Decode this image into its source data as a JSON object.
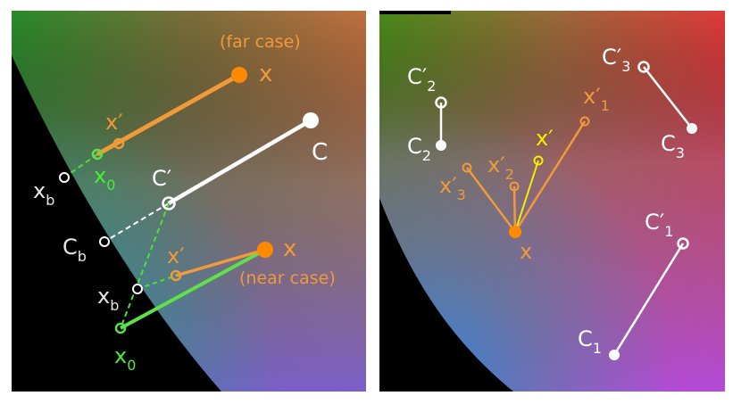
{
  "colors": {
    "orange": "#f09a3a",
    "orange_point": "#ff8a00",
    "green": "#5fe04a",
    "green_text": "#48f030",
    "white": "#ffffff",
    "label_white": "#e6e6e6",
    "yellow": "#f5f000",
    "gamut_outside": "#000000"
  },
  "left_panel": {
    "far_case": "(far case)",
    "near_case": "(near case)",
    "x_far": "x",
    "x_near": "x",
    "x_prime_far": "x′",
    "x_prime_near": "x′",
    "c": "C",
    "c_prime": "C′",
    "c_b": {
      "main": "C",
      "sub": "b"
    },
    "x_b_top": {
      "main": "x",
      "sub": "b"
    },
    "x_b_bottom": {
      "main": "x",
      "sub": "b"
    },
    "x_0_top": {
      "main": "x",
      "sub": "0"
    },
    "x_0_bottom": {
      "main": "x",
      "sub": "0"
    }
  },
  "right_panel": {
    "x": "x",
    "x_prime": "x′",
    "x1_prime": {
      "main": "x′",
      "sub": "1"
    },
    "x2_prime": {
      "main": "x′",
      "sub": "2"
    },
    "x3_prime": {
      "main": "x′",
      "sub": "3"
    },
    "c1": {
      "main": "C",
      "sub": "1"
    },
    "c1_prime": {
      "main": "C′",
      "sub": "1"
    },
    "c2": {
      "main": "C",
      "sub": "2"
    },
    "c2_prime": {
      "main": "C′",
      "sub": "2"
    },
    "c3": {
      "main": "C",
      "sub": "3"
    },
    "c3_prime": {
      "main": "C′",
      "sub": "3"
    }
  }
}
